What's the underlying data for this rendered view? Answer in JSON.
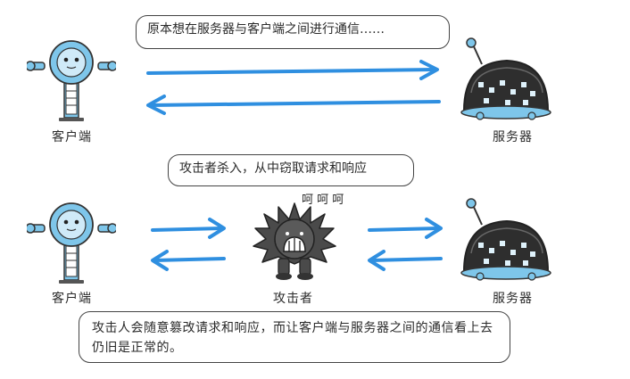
{
  "top_scene": {
    "speech": "原本想在服务器与客户端之间进行通信……",
    "client_label": "客户端",
    "server_label": "服务器"
  },
  "bottom_scene": {
    "speech": "攻击者杀入，从中窃取请求和响应",
    "laugh": "呵 呵 呵",
    "client_label": "客户端",
    "attacker_label": "攻击者",
    "server_label": "服务器"
  },
  "caption": "攻击人会随意篡改请求和响应，而让客户端与服务器之间的通信看上去仍旧是正常的。",
  "colors": {
    "arrow": "#2f8fe0",
    "robot": "#7ec6ea",
    "server_body": "#2e2e2e",
    "attacker": "#4a4a4a"
  }
}
